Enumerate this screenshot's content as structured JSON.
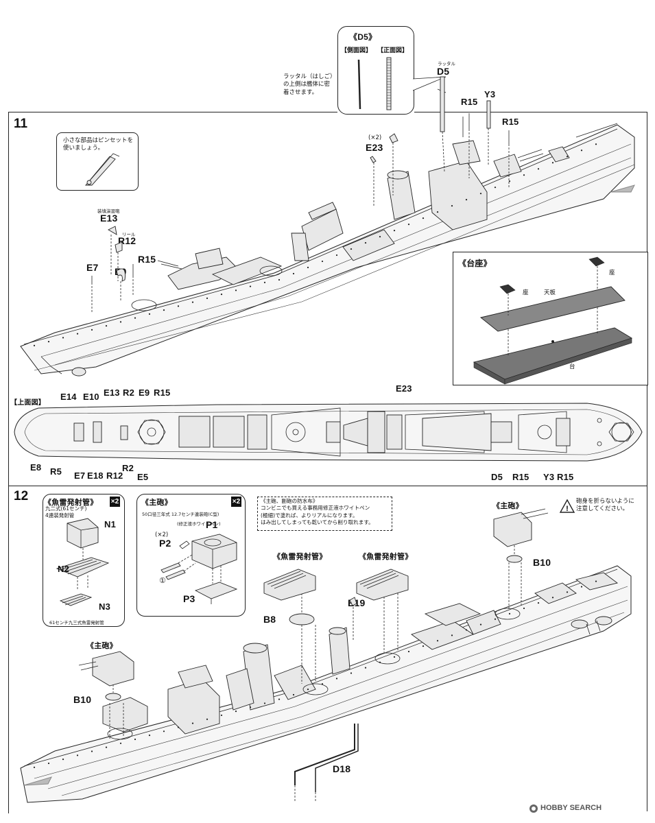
{
  "d5_callout": {
    "title": "《D5》",
    "side_view": "【側面図】",
    "front_view": "【正面図】",
    "note": "ラッタル（はしご）\nの上側は艦体に密\n着させます。"
  },
  "step11": {
    "number": "11",
    "tweezers_note": "小さな部品はピンセットを\n使いましょう。",
    "labels": {
      "rattaru": "ラッタル",
      "d5": "D5",
      "r15a": "R15",
      "y3": "Y3",
      "r15b": "R15",
      "x2": "(×2)",
      "e23": "E23",
      "e13_note": "装填演習砲",
      "e13": "E13",
      "reel": "リール",
      "r12": "R12",
      "e9": "E9",
      "r15c": "R15",
      "e7": "E7"
    },
    "base_box": {
      "title": "《台座》",
      "seat_left": "座",
      "seat_right": "座",
      "top_plate": "天板",
      "base": "台"
    },
    "top_view": {
      "title": "【上面図】",
      "top_labels": [
        "E14",
        "E10",
        "E13",
        "R2",
        "E9",
        "R15"
      ],
      "e23": "E23",
      "bottom_left": [
        "E8",
        "R5",
        "E7",
        "E18",
        "R12",
        "R2",
        "E5"
      ],
      "bottom_right": [
        "D5",
        "R15",
        "Y3",
        "R15"
      ]
    }
  },
  "step12": {
    "number": "12",
    "torpedo_box": {
      "title": "《魚雷発射管》",
      "multiplier": "×2",
      "subtitle": "九二式(61センチ)\n4連装発射管",
      "n1": "N1",
      "n2": "N2",
      "n3": "N3",
      "footer": "61センチ九三式魚雷発射管"
    },
    "gun_box": {
      "title": "《主砲》",
      "multiplier": "×2",
      "subtitle": "50口径三年式 12.7センチ連装砲(C型)",
      "note": "(修正液ホワイトペン)",
      "p1": "P1",
      "x2": "(×2)",
      "p2": "P2",
      "circle1": "①",
      "p3": "P3"
    },
    "paint_note": "《主砲、副砲の防水布》\nコンビニでも買える事務用修正液ホワイトペン\n(極細)で塗れば、よりリアルになります。\nはみ出してしまっても乾いてから削り取れます。",
    "warning": "砲身を折らないように\n注意してください。",
    "labels": {
      "main_gun_right": "《主砲》",
      "b10_right": "B10",
      "torpedo_mid": "《魚雷発射管》",
      "torpedo_right": "《魚雷発射管》",
      "b8": "B8",
      "e19": "E19",
      "main_gun_left": "《主砲》",
      "b10_left": "B10",
      "d18": "D18"
    }
  },
  "watermark": "HOBBY SEARCH",
  "colors": {
    "ink": "#222222",
    "paper": "#ffffff",
    "hull": "#f6f6f6"
  }
}
